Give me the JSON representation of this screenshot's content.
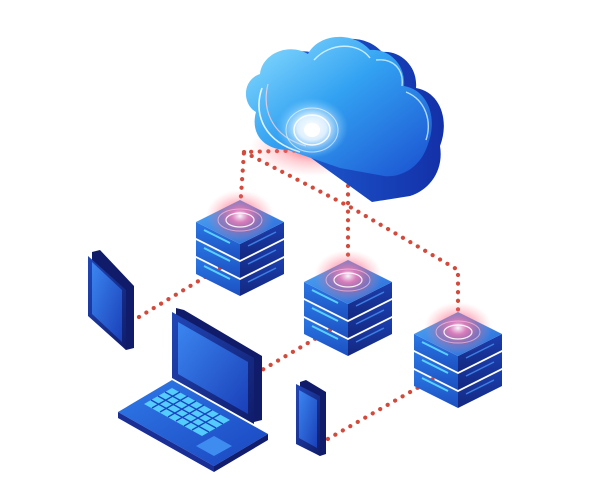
{
  "scene": {
    "colors": {
      "background": "#ffffff",
      "cloud_light": "#7fd8ff",
      "cloud_mid": "#2f9cf0",
      "cloud_dark": "#1746c8",
      "server_top": "#3a8ae8",
      "server_side_left": "#1e58c8",
      "server_side_right": "#16329a",
      "server_stripe": "#44c8ff",
      "connection_dots": "#d24a3c",
      "glow": "#ff5a78",
      "device_dark": "#14237a",
      "device_screen": "#2d6ae0",
      "laptop_keys": "#5ad8ff"
    },
    "objects": [
      {
        "kind": "cloud",
        "icon": "cloud-icon"
      },
      {
        "kind": "server-stack",
        "icon": "server-icon",
        "position_label": "left"
      },
      {
        "kind": "server-stack",
        "icon": "server-icon",
        "position_label": "middle"
      },
      {
        "kind": "server-stack",
        "icon": "server-icon",
        "position_label": "right"
      },
      {
        "kind": "tablet",
        "icon": "tablet-icon"
      },
      {
        "kind": "laptop",
        "icon": "laptop-icon"
      },
      {
        "kind": "smartphone",
        "icon": "smartphone-icon"
      }
    ]
  }
}
